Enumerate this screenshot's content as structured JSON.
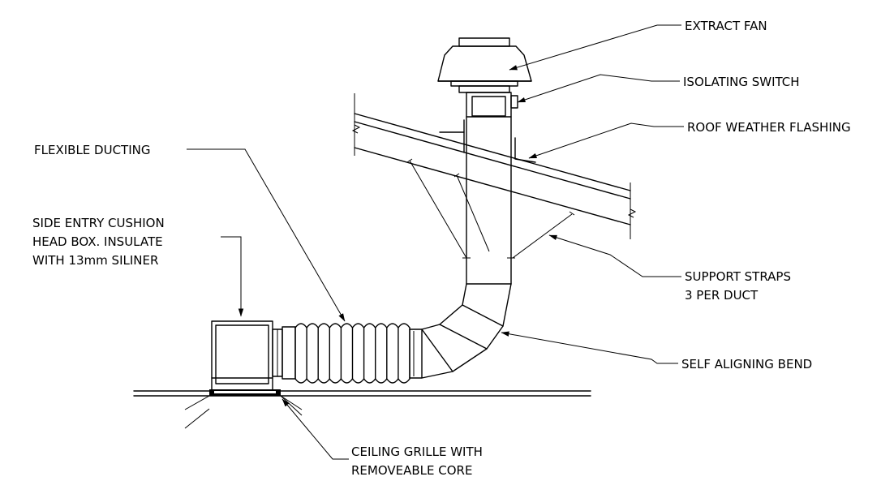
{
  "labels": {
    "extract_fan": "EXTRACT FAN",
    "isolating_switch": "ISOLATING SWITCH",
    "roof_weather_flashing": "ROOF WEATHER FLASHING",
    "flexible_ducting": "FLEXIBLE DUCTING",
    "head_box_line1": "SIDE ENTRY CUSHION",
    "head_box_line2": "HEAD BOX. INSULATE",
    "head_box_line3": "WITH 13mm SILINER",
    "support_straps_line1": "SUPPORT STRAPS",
    "support_straps_line2": "3 PER DUCT",
    "self_aligning_bend": "SELF ALIGNING BEND",
    "ceiling_grille_line1": "CEILING GRILLE WITH",
    "ceiling_grille_line2": "REMOVEABLE CORE"
  }
}
